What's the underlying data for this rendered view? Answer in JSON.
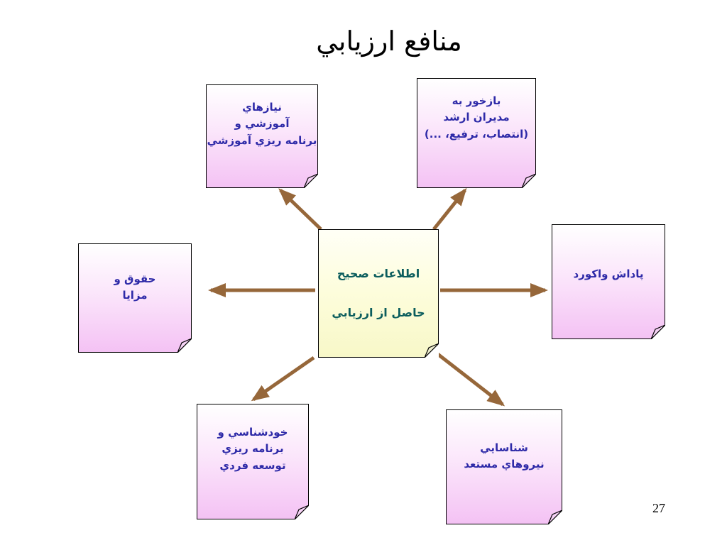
{
  "title": "منافع ارزيابي",
  "center": {
    "line1": "اطلاعات صحيح",
    "line2": "حاصل از ارزيابي"
  },
  "notes": {
    "training_needs": {
      "line1": "نيازهاي",
      "line2": "آموزشي و",
      "line3": "برنامه ريزي آموزشي"
    },
    "feedback": {
      "line1": "بازخور به",
      "line2": "مديران ارشد",
      "line3": "(انتصاب، ترفيع، ...)"
    },
    "salary": {
      "line1": "حقوق و",
      "line2": "مزايا"
    },
    "reward": {
      "line1": "پاداش واكورد"
    },
    "self_knowledge": {
      "line1": "خودشناسي و",
      "line2": "برنامه ريزي",
      "line3": "توسعه فردي"
    },
    "talent": {
      "line1": "شناسايي",
      "line2": "نيروهاي مستعد"
    }
  },
  "page_number": "27",
  "colors": {
    "arrow": "#96673a",
    "note_text": "#2e2aa8",
    "center_text": "#0b5d5d"
  }
}
